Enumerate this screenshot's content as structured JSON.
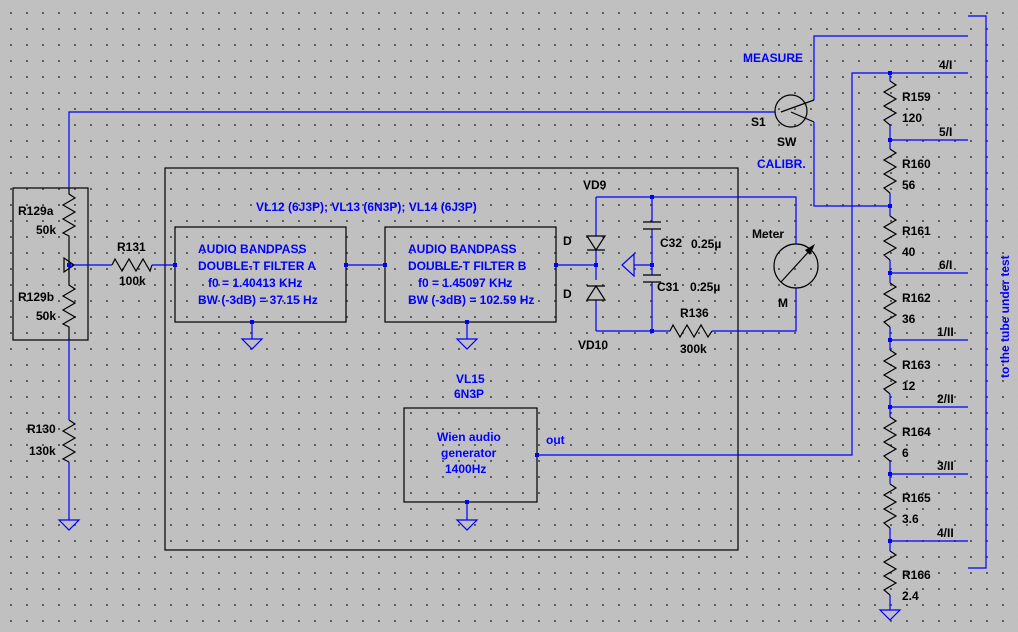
{
  "components": {
    "r129a": {
      "ref": "R129a",
      "value": "50k"
    },
    "r129b": {
      "ref": "R129b",
      "value": "50k"
    },
    "r130": {
      "ref": "R130",
      "value": "130k"
    },
    "r131": {
      "ref": "R131",
      "value": "100k"
    },
    "r136": {
      "ref": "R136",
      "value": "300k"
    },
    "r159": {
      "ref": "R159",
      "value": "120"
    },
    "r160": {
      "ref": "R160",
      "value": "56"
    },
    "r161": {
      "ref": "R161",
      "value": "40"
    },
    "r162": {
      "ref": "R162",
      "value": "36"
    },
    "r163": {
      "ref": "R163",
      "value": "12"
    },
    "r164": {
      "ref": "R164",
      "value": "6"
    },
    "r165": {
      "ref": "R165",
      "value": "3.6"
    },
    "r166": {
      "ref": "R166",
      "value": "2.4"
    },
    "c31": {
      "ref": "C31",
      "value": "0.25µ"
    },
    "c32": {
      "ref": "C32",
      "value": "0.25µ"
    },
    "vd9": {
      "ref": "VD9",
      "pin": "D"
    },
    "vd10": {
      "ref": "VD10",
      "pin": "D"
    },
    "meter": {
      "ref": "Meter",
      "symbol": "M"
    },
    "s1": {
      "ref": "S1",
      "value": "SW",
      "pos_measure": "MEASURE",
      "pos_calibr": "CALIBR."
    }
  },
  "tubes_label": "VL12 (6J3P); VL13 (6N3P); VL14 (6J3P)",
  "filter_a": {
    "line1": "AUDIO BANDPASS",
    "line2": "DOUBLE-T FILTER A",
    "line3": "f0 = 1.40413 KHz",
    "line4": "BW (-3dB) = 37.15 Hz"
  },
  "filter_b": {
    "line1": "AUDIO BANDPASS",
    "line2": "DOUBLE-T FILTER B",
    "line3": "f0 = 1.45097 KHz",
    "line4": "BW (-3dB) = 102.59 Hz"
  },
  "generator": {
    "tube": "VL15",
    "tube_type": "6N3P",
    "line1": "Wien audio",
    "line2": "generator",
    "line3": "1400Hz",
    "out_label": "out"
  },
  "taps": [
    "4/I",
    "5/I",
    "6/I",
    "1/II",
    "2/II",
    "3/II",
    "4/II"
  ],
  "side_label": "to the tube under test"
}
